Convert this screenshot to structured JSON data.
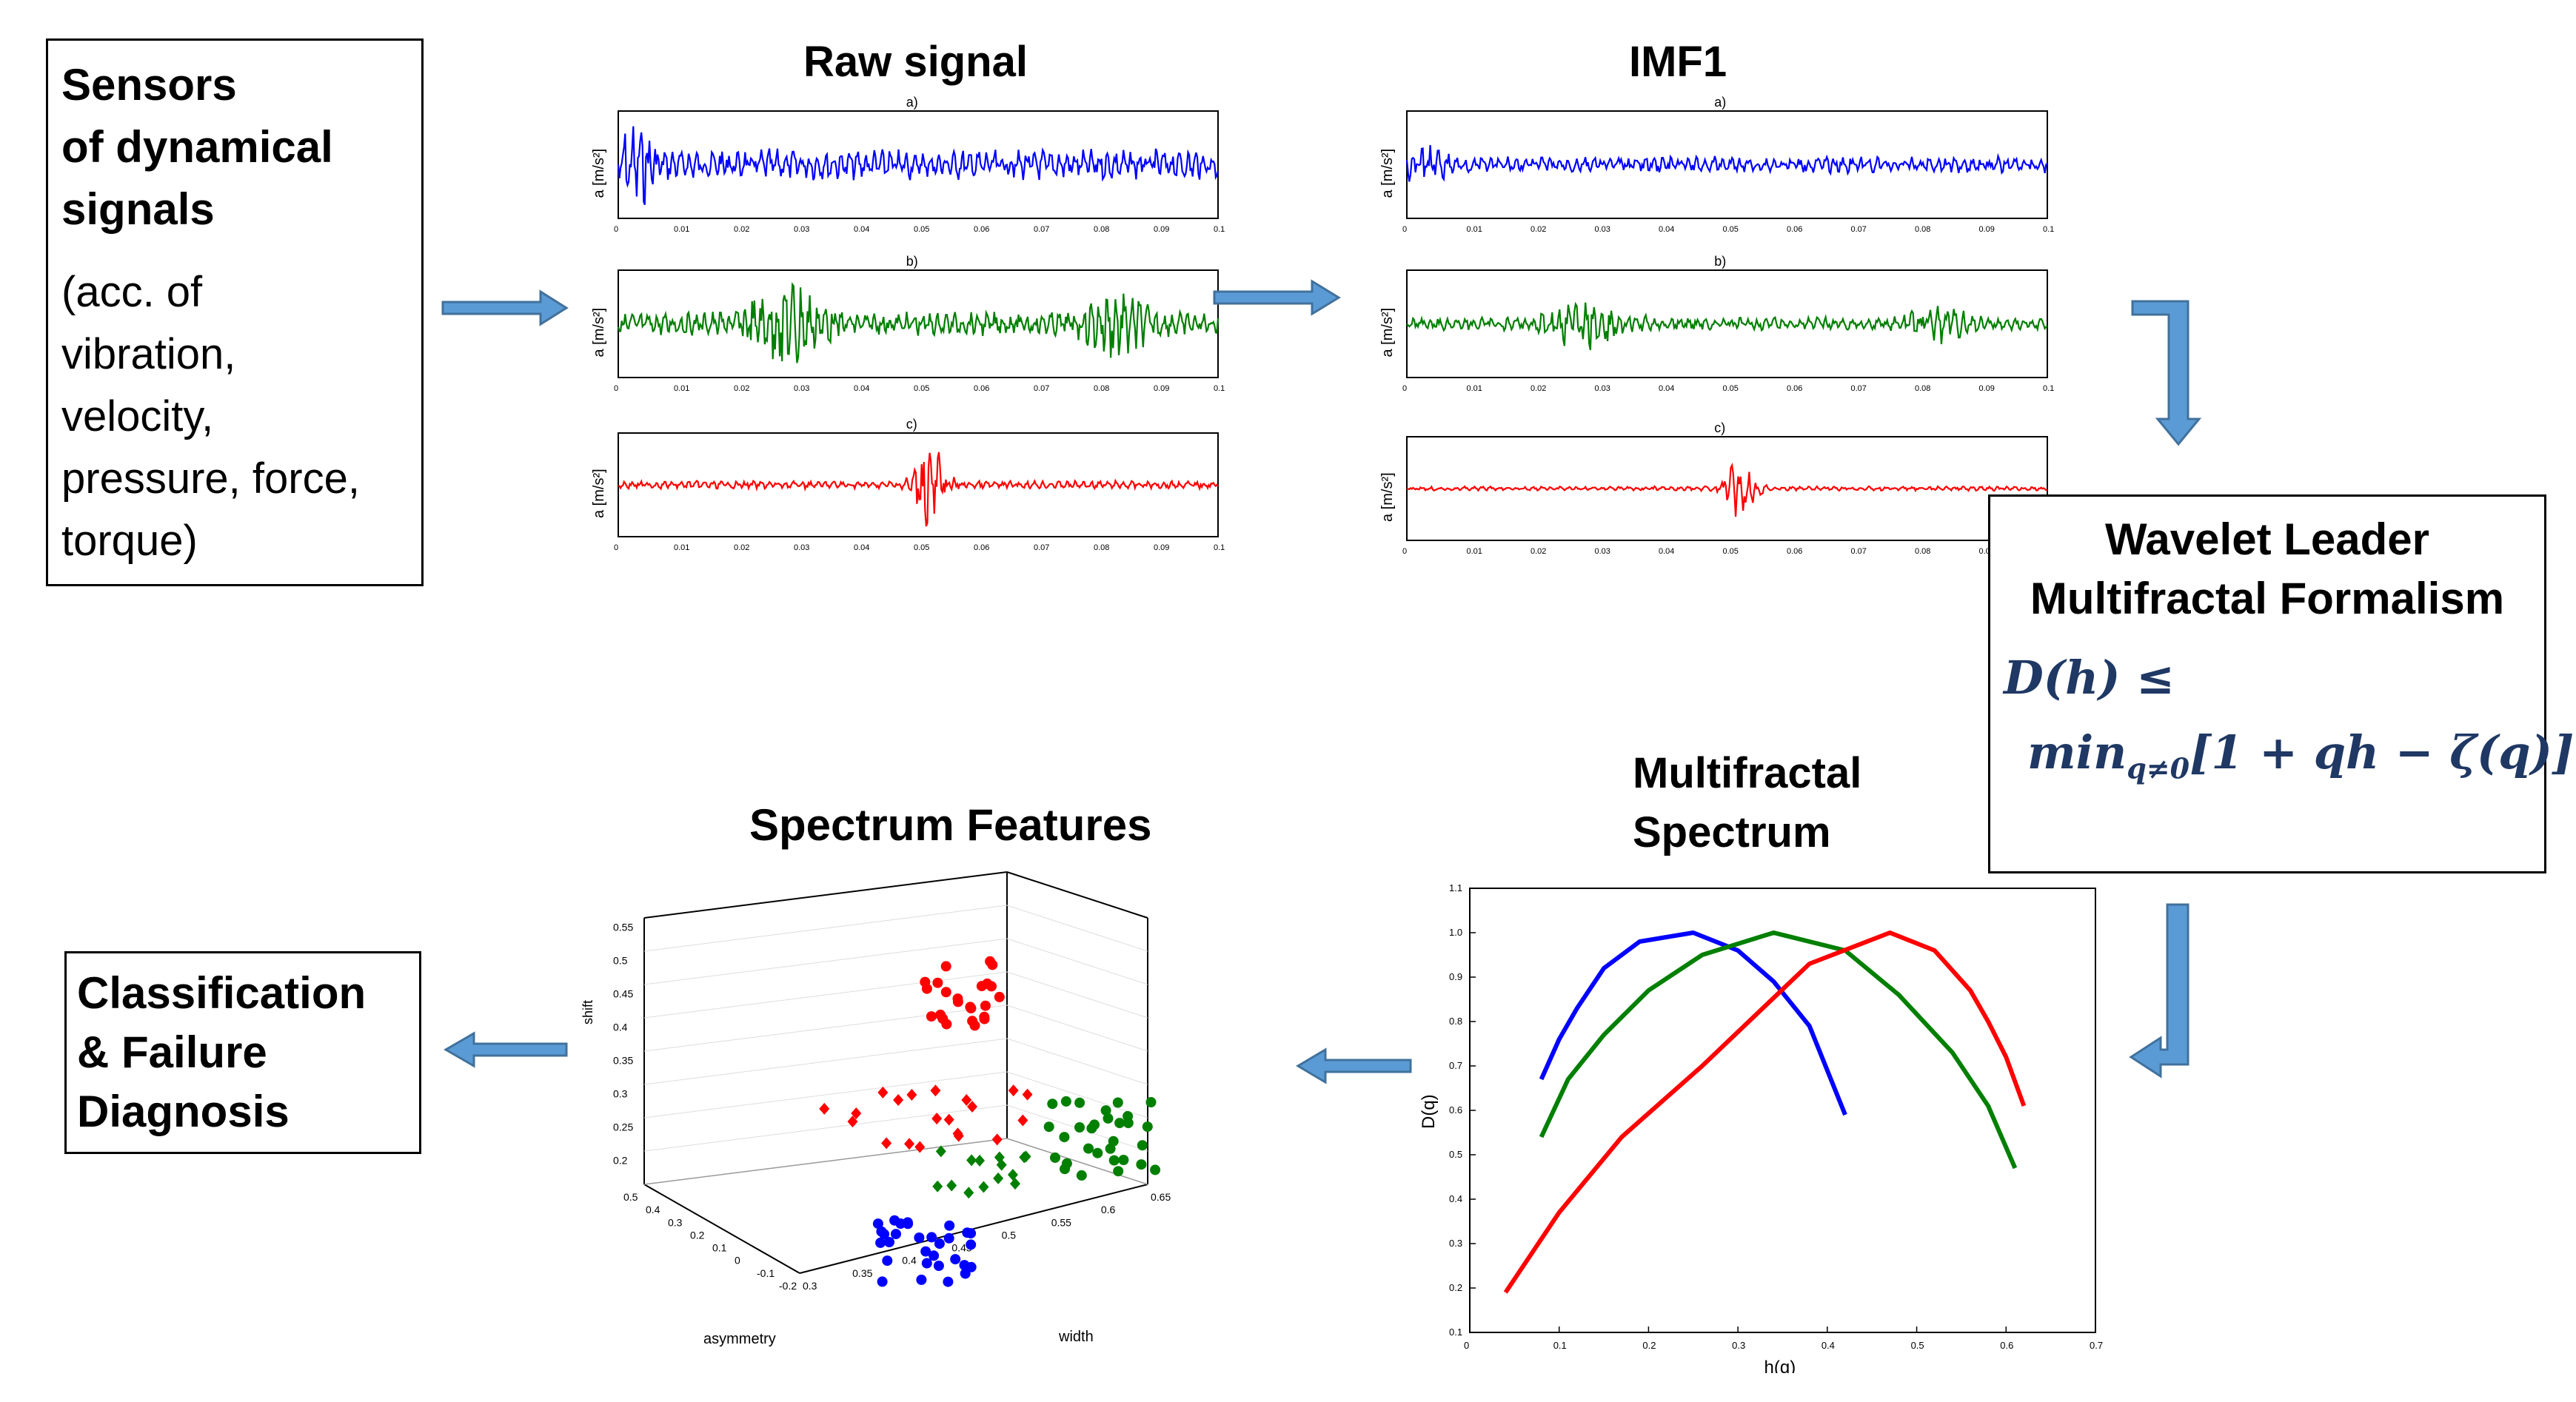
{
  "sensors_box": {
    "heading": [
      "Sensors",
      "of dynamical",
      "signals"
    ],
    "body": [
      "(acc. of",
      "vibration,",
      "velocity,",
      "pressure, force,",
      "torque)"
    ]
  },
  "raw_signal": {
    "title": "Raw signal",
    "panels": [
      {
        "label": "a)",
        "ylabel": "a [m/s²]",
        "color": "#0000ff"
      },
      {
        "label": "b)",
        "ylabel": "a [m/s²]",
        "color": "#007f00"
      },
      {
        "label": "c)",
        "ylabel": "a [m/s²]",
        "color": "#ff0000"
      }
    ]
  },
  "imf1": {
    "title": "IMF1",
    "panels": [
      {
        "label": "a)",
        "ylabel": "a [m/s²]",
        "color": "#0000ff"
      },
      {
        "label": "b)",
        "ylabel": "a [m/s²]",
        "color": "#007f00"
      },
      {
        "label": "c)",
        "ylabel": "a [m/s²]",
        "color": "#ff0000"
      }
    ]
  },
  "wavelet_box": {
    "title_lines": [
      "Wavelet Leader",
      "Multifractal Formalism"
    ],
    "formula_line1": "D(h) ≤",
    "formula_line2_pre": "min",
    "formula_line2_sub": "q≠0",
    "formula_line2_post": "[1 + qh − ζ(q)]"
  },
  "multifractal": {
    "title_lines": [
      "Multifractal",
      "Spectrum"
    ],
    "xlabel": "h(q)",
    "ylabel": "D(q)"
  },
  "features": {
    "title": "Spectrum  Features",
    "axis_shift": "shift",
    "axis_asymmetry": "asymmetry",
    "axis_width": "width",
    "shift_ticks": [
      "0.55",
      "0.5",
      "0.45",
      "0.4",
      "0.35",
      "0.3",
      "0.25",
      "0.2"
    ],
    "asym_ticks": [
      "0.5",
      "0.4",
      "0.3",
      "0.2",
      "0.1",
      "0",
      "-0.1",
      "-0.2"
    ],
    "width_ticks": [
      "0.3",
      "0.35",
      "0.4",
      "0.45",
      "0.5",
      "0.55",
      "0.6",
      "0.65"
    ]
  },
  "classification_box": {
    "lines": [
      "Classification",
      "& Failure",
      "Diagnosis"
    ]
  },
  "colors": {
    "arrow": "#5b9bd5",
    "arrow_stroke": "#41719c",
    "blue": "#0000ff",
    "green": "#007f00",
    "red": "#ff0000"
  },
  "chart_data": {
    "type": "line",
    "xlabel": "h(q)",
    "ylabel": "D(q)",
    "xlim": [
      0,
      0.7
    ],
    "ylim": [
      0.1,
      1.1
    ],
    "series": [
      {
        "color": "#0000ff",
        "x": [
          0.08,
          0.1,
          0.12,
          0.15,
          0.19,
          0.25,
          0.3,
          0.34,
          0.38,
          0.42
        ],
        "y": [
          0.67,
          0.76,
          0.83,
          0.92,
          0.98,
          1.0,
          0.96,
          0.89,
          0.79,
          0.59
        ]
      },
      {
        "color": "#007f00",
        "x": [
          0.08,
          0.11,
          0.15,
          0.2,
          0.26,
          0.34,
          0.42,
          0.48,
          0.54,
          0.58,
          0.61
        ],
        "y": [
          0.54,
          0.67,
          0.77,
          0.87,
          0.95,
          1.0,
          0.96,
          0.86,
          0.73,
          0.61,
          0.47
        ]
      },
      {
        "color": "#ff0000",
        "x": [
          0.04,
          0.06,
          0.1,
          0.17,
          0.26,
          0.38,
          0.47,
          0.52,
          0.56,
          0.58,
          0.6,
          0.62
        ],
        "y": [
          0.19,
          0.25,
          0.37,
          0.54,
          0.7,
          0.93,
          1.0,
          0.96,
          0.87,
          0.8,
          0.72,
          0.61
        ]
      }
    ]
  }
}
